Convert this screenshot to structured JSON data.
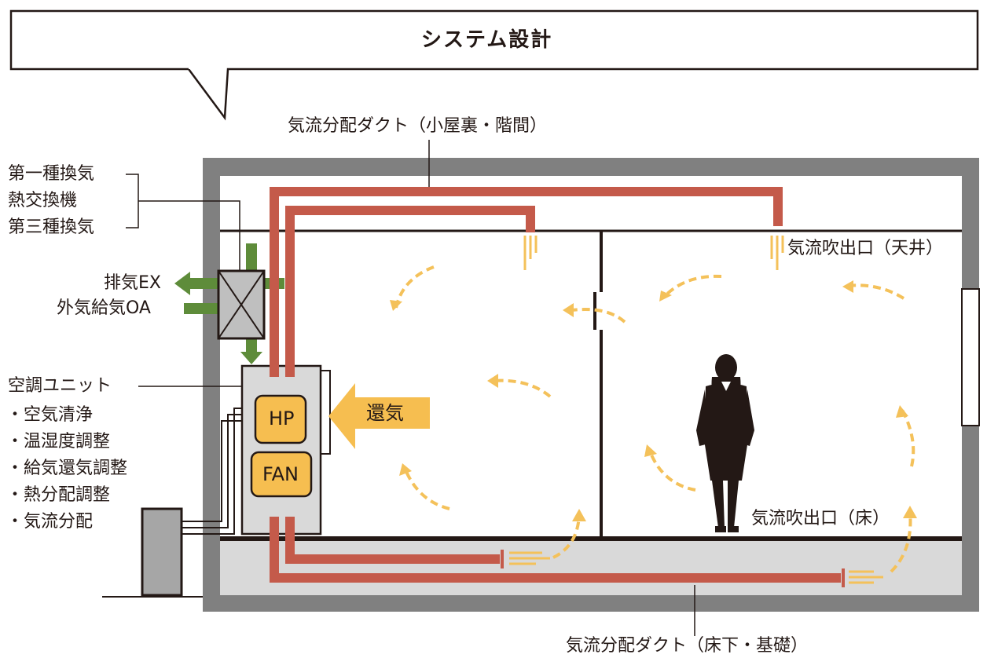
{
  "title": "システム設計",
  "labels": {
    "duct_upper": "気流分配ダクト（小屋裏・階間）",
    "duct_lower": "気流分配ダクト（床下・基礎）",
    "outlet_ceiling": "気流吹出口（天井）",
    "outlet_floor": "気流吹出口（床）",
    "vent_type1": "第一種換気",
    "vent_hrv": "熱交換機",
    "vent_type3": "第三種換気",
    "exhaust": "排気EX",
    "outdoor_air": "外気給気OA",
    "ac_unit": "空調ユニット",
    "return_air": "還気",
    "hp": "HP",
    "fan": "FAN"
  },
  "functions": [
    "・空気清浄",
    "・温湿度調整",
    "・給気還気調整",
    "・熱分配調整",
    "・気流分配"
  ],
  "colors": {
    "duct": "#c45a4a",
    "airflow": "#f4c15a",
    "ventilation": "#5e8c3a",
    "unit_fill": "#d9d9d9",
    "wall": "#808080",
    "hp_fan": "#f6be50",
    "line": "#231815"
  }
}
